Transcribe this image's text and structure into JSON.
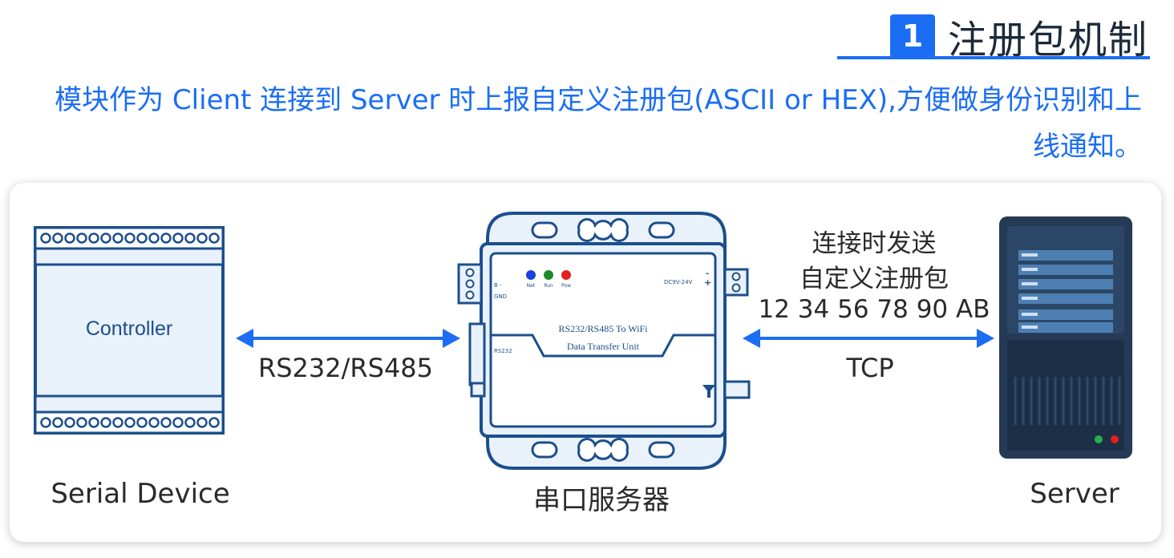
{
  "header": {
    "number": "1",
    "title": "注册包机制",
    "description": "模块作为 Client 连接到 Server 时上报自定义注册包(ASCII or HEX),方便做身份识别和上线通知。"
  },
  "diagram": {
    "serial_device": {
      "name": "Serial Device",
      "controller_text": "Controller"
    },
    "dtu": {
      "name": "串口服务器",
      "line1": "RS232/RS485 To WiFi",
      "line2": "Data Transfer Unit",
      "power_label": "DC9V-24V",
      "rs232_label": "RS232",
      "terminal_label": "B -",
      "gnd_label": "GND",
      "led_net": "Net",
      "led_run": "Run",
      "led_pow": "Pow"
    },
    "server": {
      "name": "Server"
    },
    "link_left": {
      "label": "RS232/RS485"
    },
    "link_right": {
      "label": "TCP",
      "send_line1": "连接时发送",
      "send_line2": "自定义注册包",
      "payload": "12 34 56 78 90 AB"
    }
  },
  "colors": {
    "accent": "#1b6ef3",
    "outline": "#1c4f8c",
    "device_fill": "#e9f1fb",
    "server_dark": "#243a55",
    "led_blue": "#1b3fe0",
    "led_green": "#1f8a2a",
    "led_red": "#e02020"
  }
}
